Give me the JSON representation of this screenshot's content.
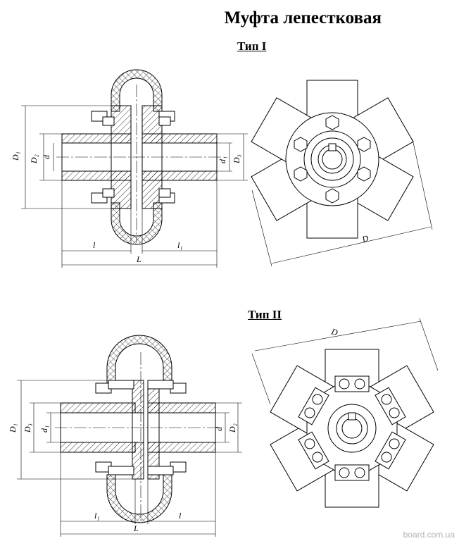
{
  "title": "Муфта лепестковая",
  "types": [
    {
      "label": "Тип I",
      "dims": {
        "D1": "D₁",
        "D2": "D₂",
        "d": "d",
        "d1": "d₁",
        "D3": "D₃",
        "l": "l",
        "l1": "l₁",
        "L": "L",
        "D": "D"
      }
    },
    {
      "label": "Тип II",
      "dims": {
        "D1": "D₁",
        "D3": "D₃",
        "d1": "d₁",
        "d": "d",
        "D2": "D₂",
        "l1": "l₁",
        "l": "l",
        "L": "L",
        "D": "D"
      }
    }
  ],
  "watermark": "board.com.ua"
}
